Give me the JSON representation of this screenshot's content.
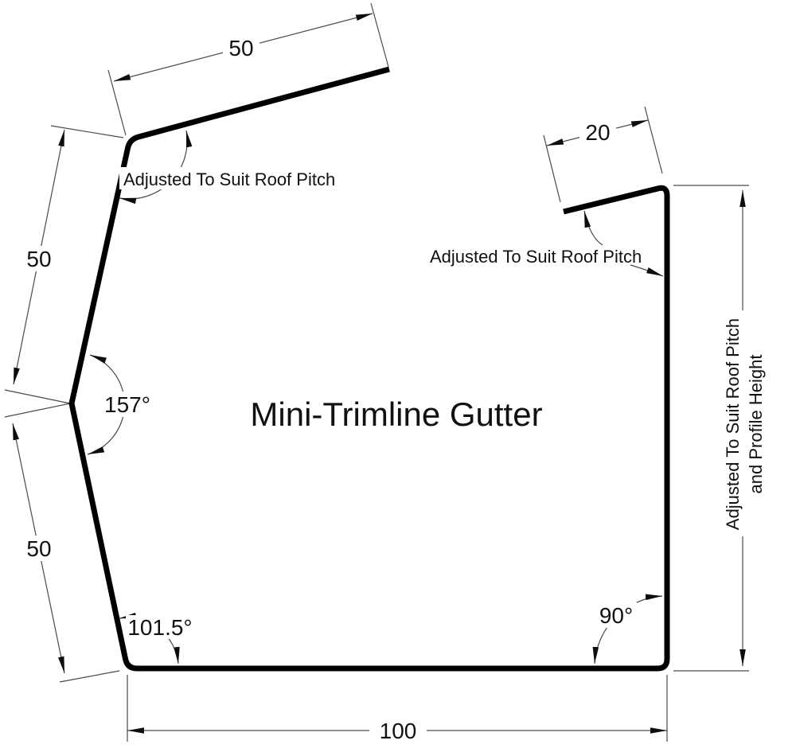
{
  "title": "Mini-Trimline Gutter",
  "colors": {
    "profile_stroke": "#000000",
    "dimension_stroke": "#4a4a4a",
    "arrow_fill": "#0d0d0d",
    "text_color": "#111111",
    "background": "#ffffff"
  },
  "dimensions": {
    "top_flange": "50",
    "right_flange": "20",
    "upper_left_side": "50",
    "lower_left_side": "50",
    "bottom_width": "100"
  },
  "angles": {
    "left_bend": "157°",
    "bottom_left_corner": "101.5°",
    "bottom_right_corner": "90°"
  },
  "annotations": {
    "left_roof_pitch": "Adjusted To Suit Roof Pitch",
    "right_roof_pitch": "Adjusted To Suit Roof Pitch",
    "right_height_line1": "Adjusted To Suit Roof Pitch",
    "right_height_line2": "and Profile Height"
  }
}
